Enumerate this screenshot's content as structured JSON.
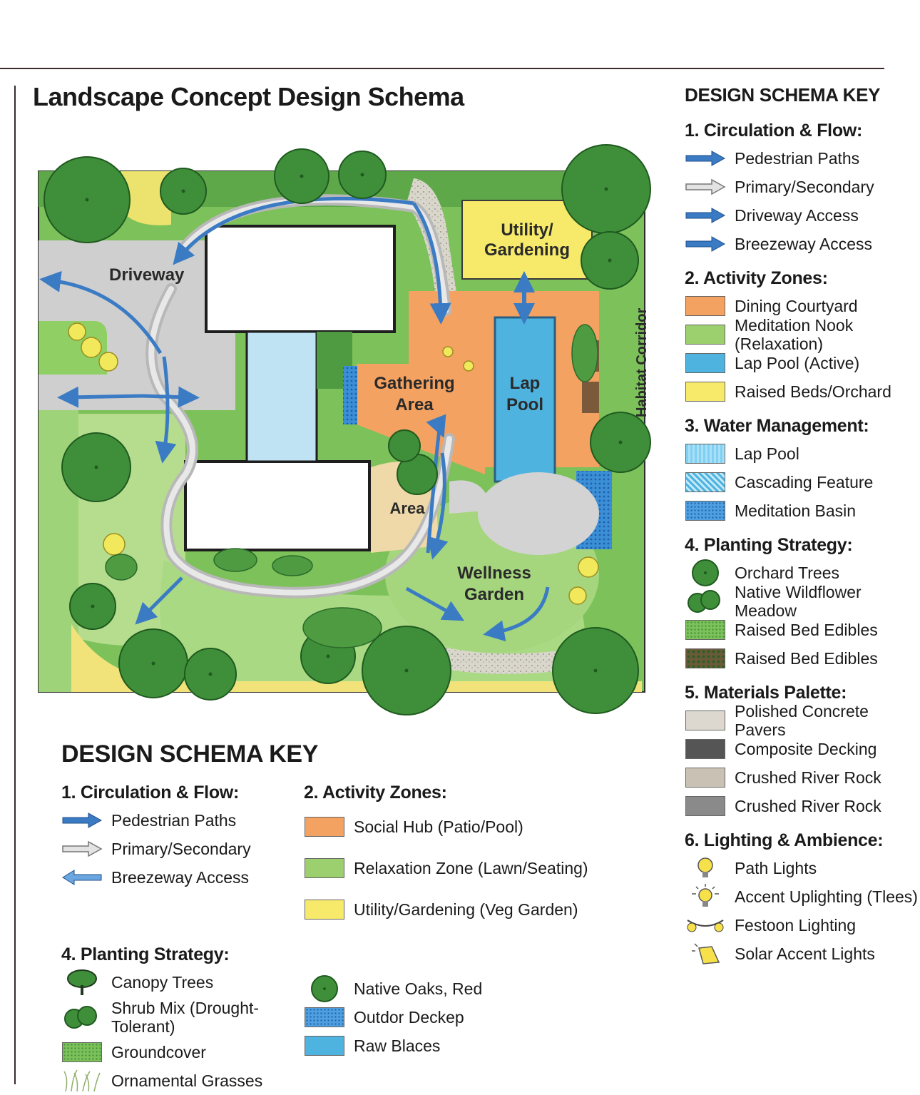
{
  "title": "Landscape Concept Design Schema",
  "plan": {
    "labels": {
      "driveway": "Driveway",
      "utility": [
        "Utility/",
        "Gardening"
      ],
      "gathering": [
        "Gathering",
        "Area"
      ],
      "lap_pool": [
        "Lap",
        "Pool"
      ],
      "area": "Area",
      "wellness": [
        "Wellness",
        "Garden"
      ],
      "habitat": "Habitat Corridor"
    }
  },
  "right_key": {
    "heading": "DESIGN SCHEMA KEY",
    "sections": [
      {
        "title": "1. Circulation & Flow:",
        "items": [
          {
            "label": "Pedestrian Paths",
            "symbol": "arrow-blue"
          },
          {
            "label": "Primary/Secondary",
            "symbol": "arrow-grey"
          },
          {
            "label": "Driveway Access",
            "symbol": "arrow-blue"
          },
          {
            "label": "Breezeway Access",
            "symbol": "arrow-blue"
          }
        ]
      },
      {
        "title": "2. Activity Zones:",
        "items": [
          {
            "label": "Dining Courtyard",
            "color": "#f4a261"
          },
          {
            "label": "Meditation Nook (Relaxation)",
            "color": "#9ccf6e"
          },
          {
            "label": "Lap Pool (Active)",
            "color": "#4fb3e0"
          },
          {
            "label": "Raised Beds/Orchard",
            "color": "#f7ea6a"
          }
        ]
      },
      {
        "title": "3. Water Management:",
        "items": [
          {
            "label": "Lap Pool",
            "symbol": "water-light"
          },
          {
            "label": "Cascading Feature",
            "symbol": "water-hatch"
          },
          {
            "label": "Meditation Basin",
            "symbol": "water-dots"
          }
        ]
      },
      {
        "title": "4. Planting Strategy:",
        "items": [
          {
            "label": "Orchard Trees",
            "symbol": "tree-circle"
          },
          {
            "label": "Native Wildflower Meadow",
            "symbol": "shrub"
          },
          {
            "label": "Raised Bed Edibles",
            "symbol": "bed-green"
          },
          {
            "label": "Raised Bed Edibles",
            "symbol": "bed-dark"
          }
        ]
      },
      {
        "title": "5. Materials Palette:",
        "items": [
          {
            "label": "Polished Concrete Pavers",
            "color": "#dcd8d0"
          },
          {
            "label": "Composite Decking",
            "color": "#555555"
          },
          {
            "label": "Crushed River Rock",
            "color": "#c9c2b4"
          },
          {
            "label": "Crushed River Rock",
            "color": "#8a8a8a"
          }
        ]
      },
      {
        "title": "6. Lighting & Ambience:",
        "items": [
          {
            "label": "Path Lights",
            "symbol": "bulb"
          },
          {
            "label": "Accent Uplighting (Tlees)",
            "symbol": "bulb-rays"
          },
          {
            "label": "Festoon Lighting",
            "symbol": "festoon"
          },
          {
            "label": "Solar Accent Lights",
            "symbol": "solar"
          }
        ]
      }
    ]
  },
  "bottom_key": {
    "heading": "DESIGN SCHEMA KEY",
    "circulation": {
      "title": "1. Circulation & Flow:",
      "items": [
        {
          "label": "Pedestrian Paths",
          "symbol": "arrow-blue"
        },
        {
          "label": "Primary/Secondary",
          "symbol": "arrow-grey"
        },
        {
          "label": "Breezeway Access",
          "symbol": "arrow-double"
        }
      ]
    },
    "activity": {
      "title": "2. Activity Zones:",
      "items": [
        {
          "label": "Social Hub (Patio/Pool)",
          "color": "#f4a261"
        },
        {
          "label": "Relaxation Zone (Lawn/Seating)",
          "color": "#9ccf6e"
        },
        {
          "label": "Utility/Gardening (Veg Garden)",
          "color": "#f7ea6a"
        }
      ]
    },
    "planting": {
      "title": "4. Planting Strategy:",
      "items": [
        {
          "label": "Canopy Trees",
          "symbol": "canopy"
        },
        {
          "label": "Shrub Mix (Drought-Tolerant)",
          "symbol": "shrub"
        },
        {
          "label": "Groundcover",
          "symbol": "bed-green"
        },
        {
          "label": "Ornamental Grasses",
          "symbol": "grass"
        }
      ]
    },
    "extra": {
      "items": [
        {
          "label": "Native Oaks, Red",
          "symbol": "tree-circle"
        },
        {
          "label": "Outdor Deckep",
          "symbol": "water-dots"
        },
        {
          "label": "Raw Blaces",
          "color": "#4fb3e0"
        }
      ]
    }
  }
}
